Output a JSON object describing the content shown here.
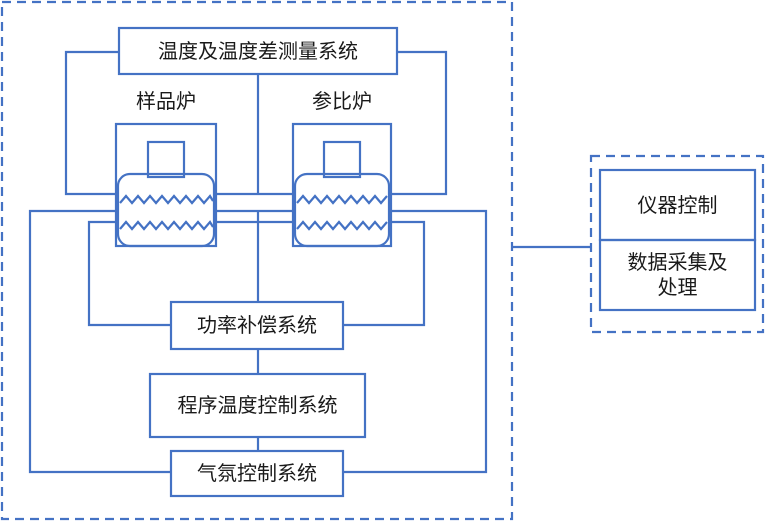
{
  "systems": {
    "temp_measure": "温度及温度差测量系统",
    "power_comp": "功率补偿系统",
    "program_temp": "程序温度控制系统",
    "atmosphere": "气氛控制系统"
  },
  "furnaces": {
    "sample": "样品炉",
    "reference": "参比炉"
  },
  "instrument": {
    "control": "仪器控制",
    "data_line1": "数据采集及",
    "data_line2": "处理"
  },
  "colors": {
    "line": "#4472c4",
    "text": "#1a1a1a"
  }
}
